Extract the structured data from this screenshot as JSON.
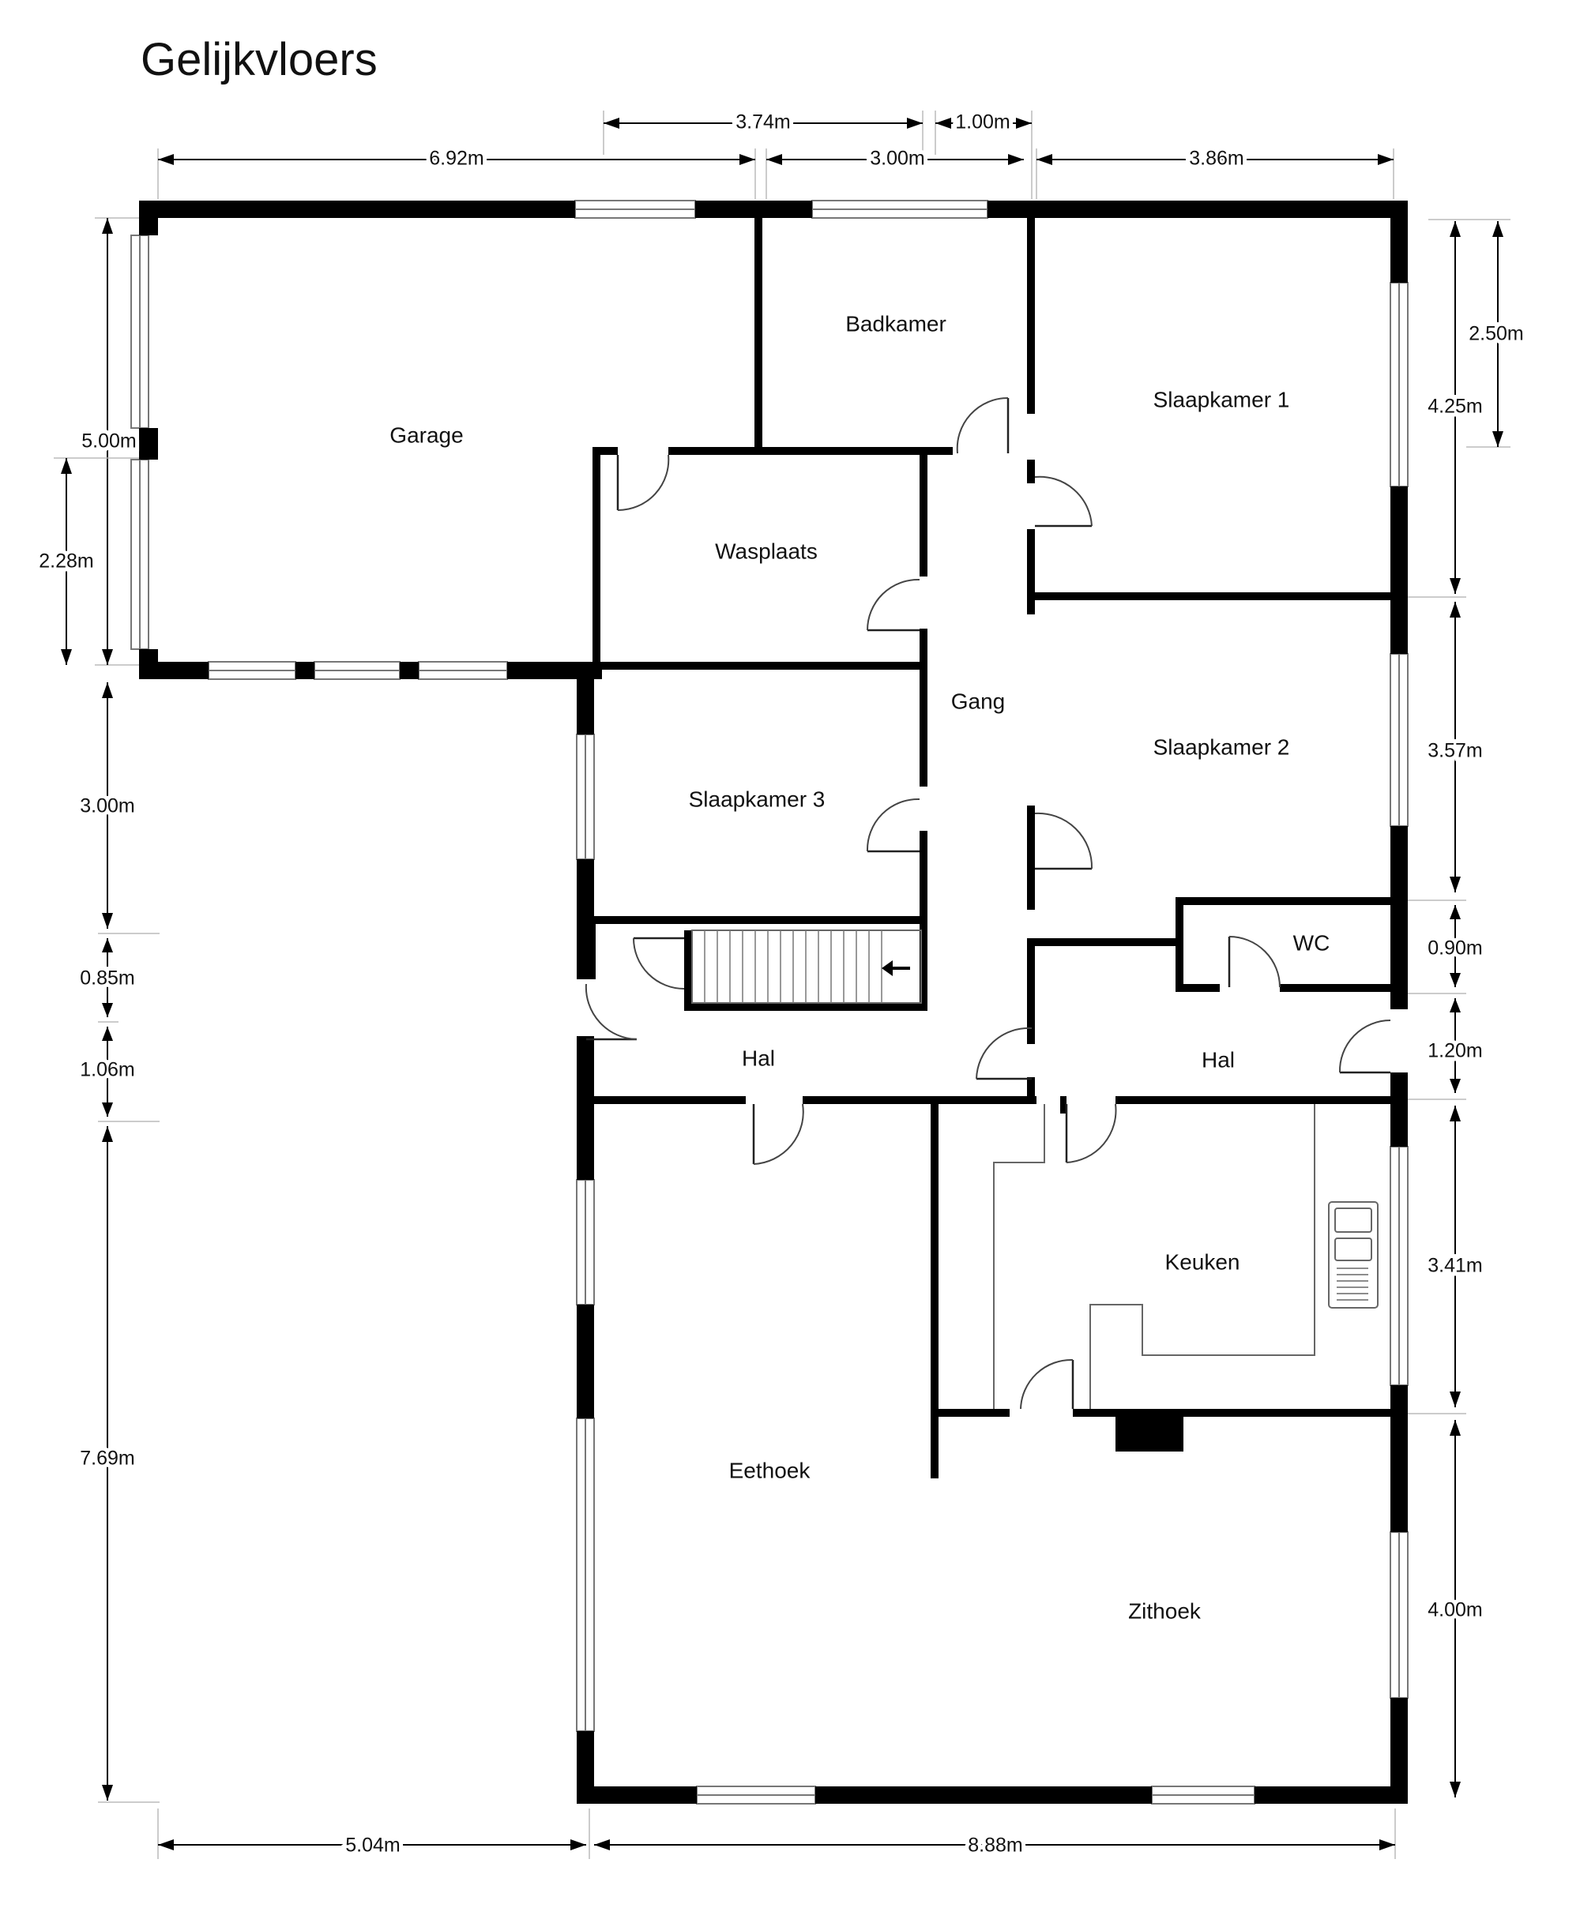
{
  "title": "Gelijkvloers",
  "rooms": {
    "garage": "Garage",
    "badkamer": "Badkamer",
    "slaapkamer1": "Slaapkamer 1",
    "wasplaats": "Wasplaats",
    "gang": "Gang",
    "slaapkamer2": "Slaapkamer 2",
    "slaapkamer3": "Slaapkamer 3",
    "wc": "WC",
    "hal_left": "Hal",
    "hal_right": "Hal",
    "keuken": "Keuken",
    "eethoek": "Eethoek",
    "zithoek": "Zithoek"
  },
  "dimensions": {
    "top_374": "3.74m",
    "top_100": "1.00m",
    "top_692": "6.92m",
    "top_300": "3.00m",
    "top_386": "3.86m",
    "left_500": "5.00m",
    "left_228": "2.28m",
    "left_300": "3.00m",
    "left_085": "0.85m",
    "left_106": "1.06m",
    "left_769": "7.69m",
    "right_250": "2.50m",
    "right_425": "4.25m",
    "right_357": "3.57m",
    "right_090": "0.90m",
    "right_120": "1.20m",
    "right_341": "3.41m",
    "right_400": "4.00m",
    "bottom_504": "5.04m",
    "bottom_888": "8.88m"
  }
}
